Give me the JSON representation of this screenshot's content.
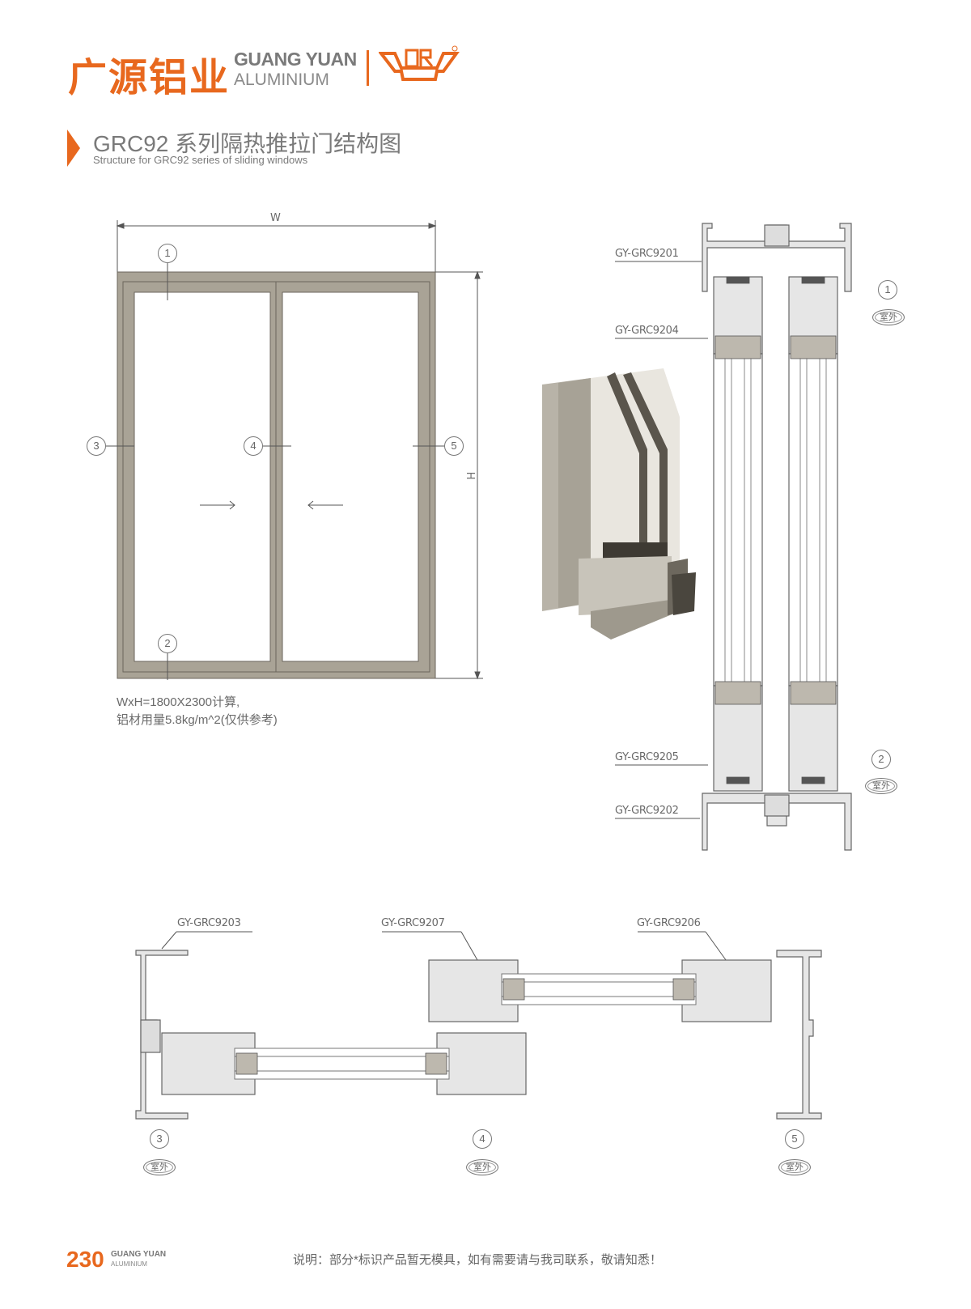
{
  "header": {
    "brand_cn": "广源铝业",
    "brand_en_line1": "GUANG YUAN",
    "brand_en_line2": "ALUMINIUM",
    "logo_mark": "GR",
    "accent_color": "#e8681e"
  },
  "title": {
    "main": "GRC92 系列隔热推拉门结构图",
    "sub": "Structure for GRC92 series of sliding windows"
  },
  "elevation": {
    "width_label": "W",
    "height_label": "H",
    "markers": [
      "1",
      "2",
      "3",
      "4",
      "5"
    ],
    "note_line1": "WxH=1800X2300计算,",
    "note_line2": "铝材用量5.8kg/m^2(仅供参考)",
    "frame_color": "#a9a396"
  },
  "vertical_section": {
    "labels": [
      "GY-GRC9201",
      "GY-GRC9204",
      "GY-GRC9205",
      "GY-GRC9202"
    ],
    "markers": [
      "1",
      "2"
    ],
    "outside_label": "室外"
  },
  "horizontal_section": {
    "labels": [
      "GY-GRC9203",
      "GY-GRC9207",
      "GY-GRC9206"
    ],
    "markers": [
      "3",
      "4",
      "5"
    ],
    "outside_label": "室外"
  },
  "footer": {
    "page_number": "230",
    "brand_line1": "GUANG YUAN",
    "brand_line2": "ALUMINIUM",
    "note": "说明：部分*标识产品暂无模具，如有需要请与我司联系，敬请知悉！"
  }
}
